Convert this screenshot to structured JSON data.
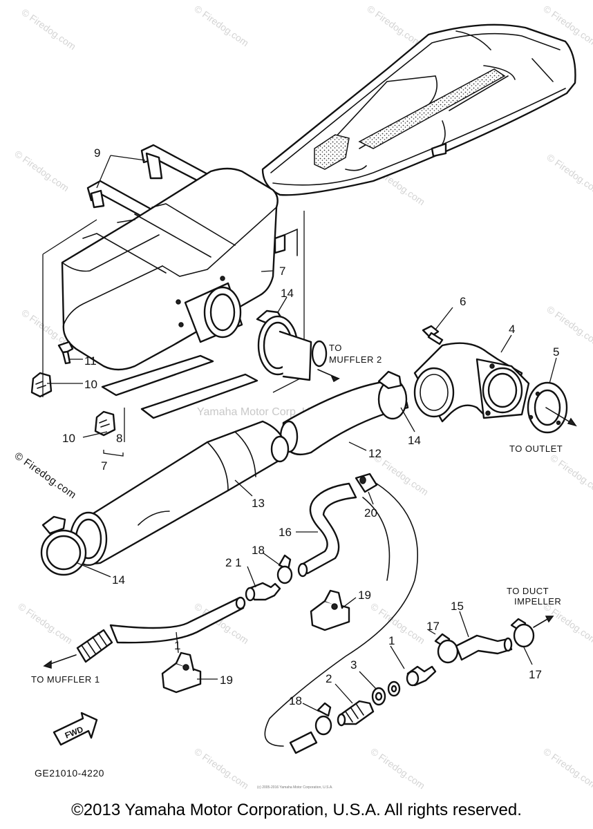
{
  "watermarks": {
    "site": "© Firedog.com",
    "center": "Yamaha Motor Corp. U.S.A."
  },
  "callouts": {
    "p1_top": "1",
    "p1_bottom": "1",
    "p2": "2",
    "p3": "3",
    "p4": "4",
    "p5": "5",
    "p6": "6",
    "p7_right": "7",
    "p7_left": "7",
    "p8": "8",
    "p9": "9",
    "p10_upper": "10",
    "p10_lower": "10",
    "p11": "11",
    "p12": "12",
    "p13": "13",
    "p14_top": "14",
    "p14_right": "14",
    "p14_left": "14",
    "p15": "15",
    "p16": "16",
    "p17_left": "17",
    "p17_right": "17",
    "p18_upper": "18",
    "p18_lower": "18",
    "p19_right": "19",
    "p19_left": "19",
    "p20": "20",
    "p21": "2 1"
  },
  "labels": {
    "to_muffler_2_line1": "TO",
    "to_muffler_2_line2": "MUFFLER 2",
    "to_outlet": "TO OUTLET",
    "to_duct_line1": "TO DUCT",
    "to_duct_line2": "IMPELLER",
    "to_muffler_1": "TO MUFFLER 1",
    "fwd": "FWD"
  },
  "diagram_code": "GE21010-4220",
  "fine_print": "(c) 2005-2016 Yamaha Motor Corporation, U.S.A.",
  "copyright": "©2013 Yamaha Motor Corporation, U.S.A. All rights reserved."
}
